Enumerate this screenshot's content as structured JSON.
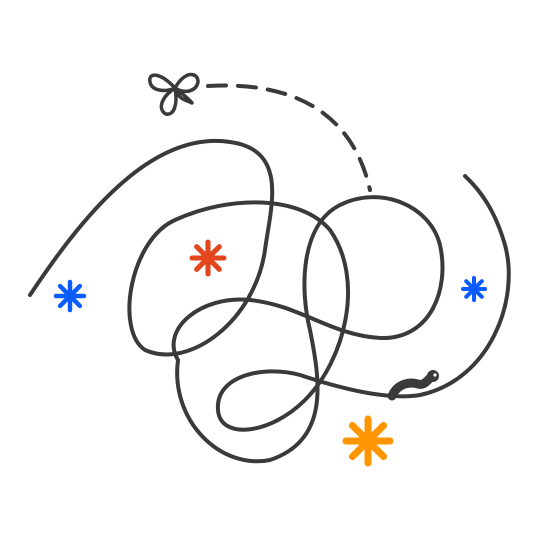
{
  "illustration": {
    "colors": {
      "stroke": "#3a3a3a",
      "background": "#ffffff",
      "asterisk_blue": "#0a5cff",
      "asterisk_red": "#e2461c",
      "asterisk_orange": "#ff9500"
    },
    "elements": [
      "butterfly-icon",
      "dashed-flight-path",
      "tangled-scribble-path",
      "worm-icon",
      "blue-asterisk-left",
      "red-asterisk",
      "blue-asterisk-right",
      "orange-asterisk"
    ]
  }
}
